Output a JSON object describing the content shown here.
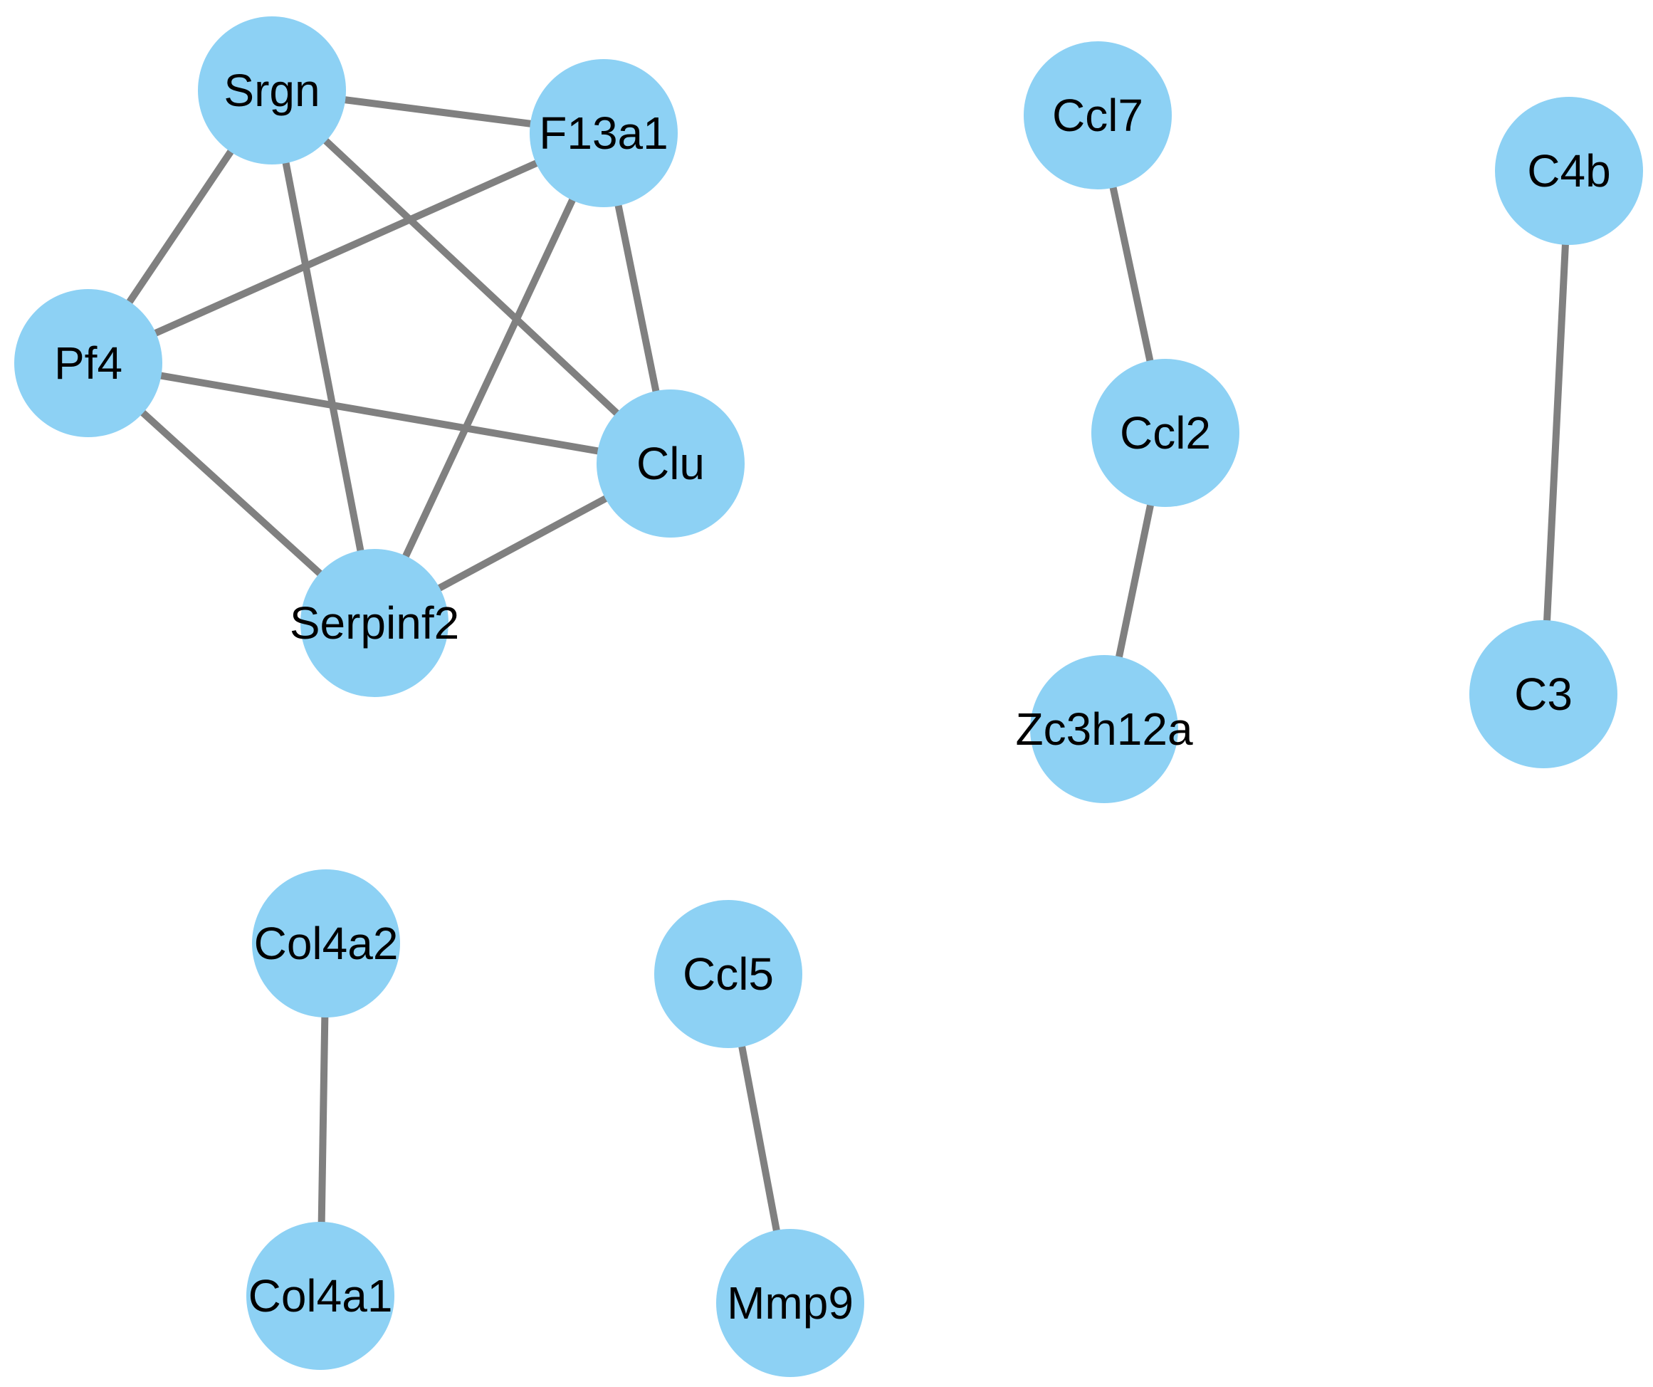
{
  "colors": {
    "node_fill": "#8DD1F4",
    "edge_stroke": "#808080",
    "label_text": "#000000",
    "background": "#FFFFFF"
  },
  "nodes": [
    {
      "id": "srgn",
      "label": "Srgn"
    },
    {
      "id": "f13a1",
      "label": "F13a1"
    },
    {
      "id": "pf4",
      "label": "Pf4"
    },
    {
      "id": "clu",
      "label": "Clu"
    },
    {
      "id": "serpinf2",
      "label": "Serpinf2"
    },
    {
      "id": "ccl7",
      "label": "Ccl7"
    },
    {
      "id": "ccl2",
      "label": "Ccl2"
    },
    {
      "id": "zc3h12a",
      "label": "Zc3h12a"
    },
    {
      "id": "c4b",
      "label": "C4b"
    },
    {
      "id": "c3",
      "label": "C3"
    },
    {
      "id": "col4a2",
      "label": "Col4a2"
    },
    {
      "id": "col4a1",
      "label": "Col4a1"
    },
    {
      "id": "ccl5",
      "label": "Ccl5"
    },
    {
      "id": "mmp9",
      "label": "Mmp9"
    }
  ],
  "edges": [
    {
      "source": "srgn",
      "target": "f13a1"
    },
    {
      "source": "srgn",
      "target": "pf4"
    },
    {
      "source": "srgn",
      "target": "clu"
    },
    {
      "source": "srgn",
      "target": "serpinf2"
    },
    {
      "source": "f13a1",
      "target": "pf4"
    },
    {
      "source": "f13a1",
      "target": "clu"
    },
    {
      "source": "f13a1",
      "target": "serpinf2"
    },
    {
      "source": "pf4",
      "target": "clu"
    },
    {
      "source": "pf4",
      "target": "serpinf2"
    },
    {
      "source": "clu",
      "target": "serpinf2"
    },
    {
      "source": "ccl7",
      "target": "ccl2"
    },
    {
      "source": "ccl2",
      "target": "zc3h12a"
    },
    {
      "source": "c4b",
      "target": "c3"
    },
    {
      "source": "col4a2",
      "target": "col4a1"
    },
    {
      "source": "ccl5",
      "target": "mmp9"
    }
  ]
}
